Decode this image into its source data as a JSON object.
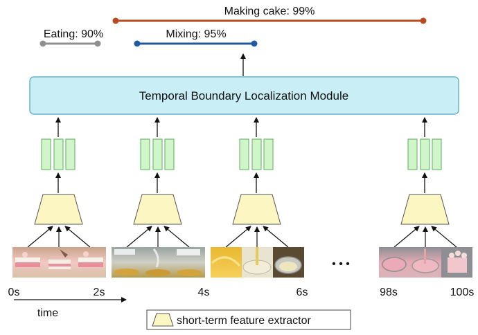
{
  "segments": {
    "making_cake": {
      "label": "Making cake: 99%",
      "color": "#b84a1f"
    },
    "mixing": {
      "label": "Mixing: 95%",
      "color": "#1f5aa0"
    },
    "eating": {
      "label": "Eating: 90%",
      "color": "#8f8f8f"
    }
  },
  "module": {
    "label": "Temporal Boundary Localization Module",
    "fill": "#c9eef5",
    "stroke": "#4aa3bd"
  },
  "feature_color": {
    "fill": "#cff5c9",
    "stroke": "#5cae5c"
  },
  "extractor_color": {
    "fill": "#fbf6c2",
    "stroke": "#555555"
  },
  "time_labels": [
    "0s",
    "2s",
    "4s",
    "6s",
    "98s",
    "100s"
  ],
  "ellipsis": "• • •",
  "time_axis": {
    "label": "time"
  },
  "legend": {
    "label": "short-term feature extractor"
  }
}
